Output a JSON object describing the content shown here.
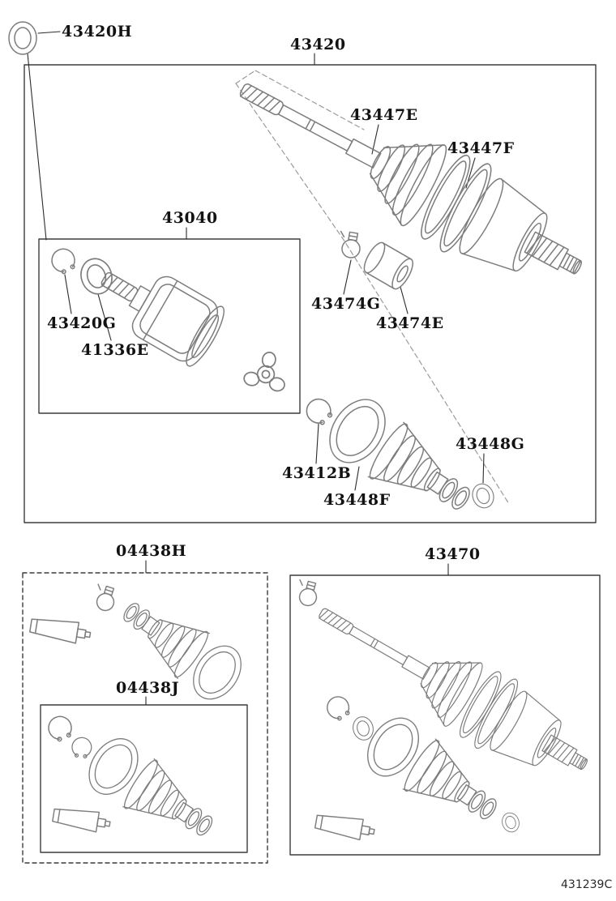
{
  "footer": {
    "code": "431239C"
  },
  "parts": {
    "p43420H": {
      "label": "43420H"
    },
    "p43420": {
      "label": "43420"
    },
    "p43447E": {
      "label": "43447E"
    },
    "p43447F": {
      "label": "43447F"
    },
    "p43040": {
      "label": "43040"
    },
    "p43420G": {
      "label": "43420G"
    },
    "p41336E": {
      "label": "41336E"
    },
    "p43474G": {
      "label": "43474G"
    },
    "p43474E": {
      "label": "43474E"
    },
    "p43412B": {
      "label": "43412B"
    },
    "p43448G": {
      "label": "43448G"
    },
    "p43448F": {
      "label": "43448F"
    },
    "p04438H": {
      "label": "04438H"
    },
    "p04438J": {
      "label": "04438J"
    },
    "p43470": {
      "label": "43470"
    }
  }
}
